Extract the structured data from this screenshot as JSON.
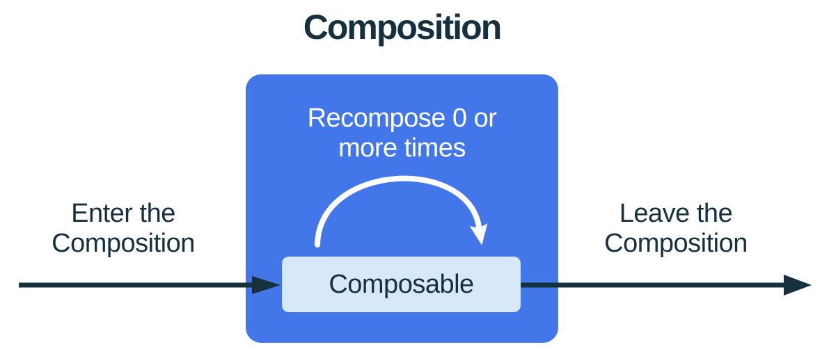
{
  "diagram": {
    "title": "Composition",
    "recompose_label": "Recompose 0 or\nmore times",
    "composable_label": "Composable",
    "enter_label": "Enter the\nComposition",
    "leave_label": "Leave the\nComposition"
  },
  "icons": {
    "recompose_arrow": "curved-loop-arrow-icon",
    "enter_arrow": "right-arrow-icon",
    "leave_arrow": "right-arrow-icon"
  },
  "colors": {
    "navy": "#16303E",
    "blue": "#4377E9",
    "light_blue": "#D8E8FB",
    "white": "#FFFFFF"
  }
}
